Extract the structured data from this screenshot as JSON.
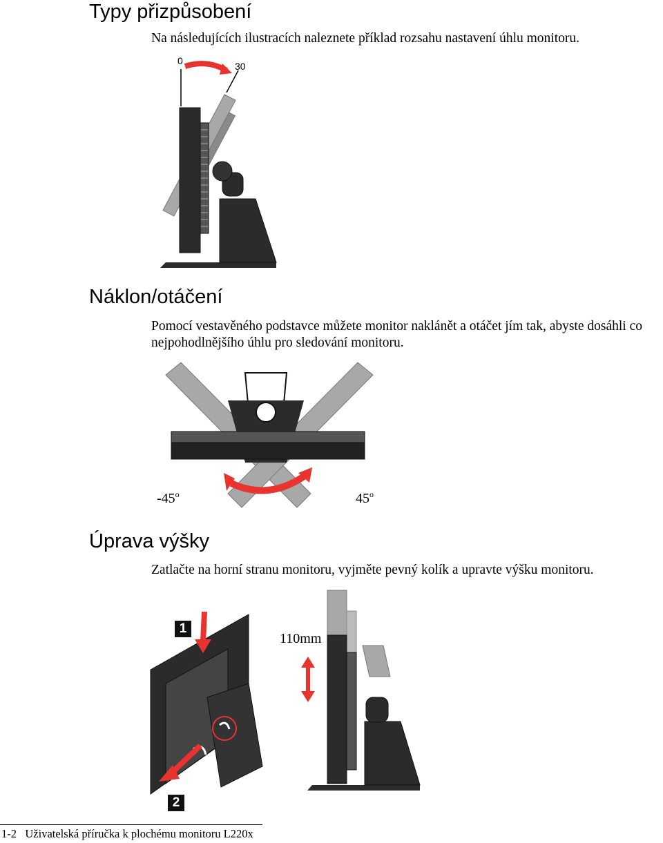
{
  "section_types": {
    "heading": "Typy přizpůsobení",
    "intro": "Na následujících ilustracích naleznete příklad rozsahu nastavení úhlu monitoru."
  },
  "tilt_figure": {
    "angle_start": "0",
    "angle_end": "30"
  },
  "section_tilt": {
    "heading": "Náklon/otáčení",
    "text": "Pomocí vestavěného podstavce můžete monitor naklánět a otáčet jím tak, abyste dosáhli co nejpohodlnějšího úhlu pro sledování monitoru."
  },
  "swivel_figure": {
    "left_angle": "-45",
    "right_angle": "45",
    "degree_mark": "o"
  },
  "section_height": {
    "heading": "Úprava výšky",
    "text": "Zatlačte na horní stranu monitoru, vyjměte pevný kolík a upravte výšku monitoru."
  },
  "height_figure": {
    "step1": "1",
    "step2": "2",
    "range": "110mm"
  },
  "footer": {
    "page_number": "1-2",
    "title": "Uživatelská příručka k plochému monitoru L220x"
  },
  "colors": {
    "accent_red": "#e8332e",
    "dark": "#2b2b2b",
    "gray": "#9a9a9a"
  }
}
